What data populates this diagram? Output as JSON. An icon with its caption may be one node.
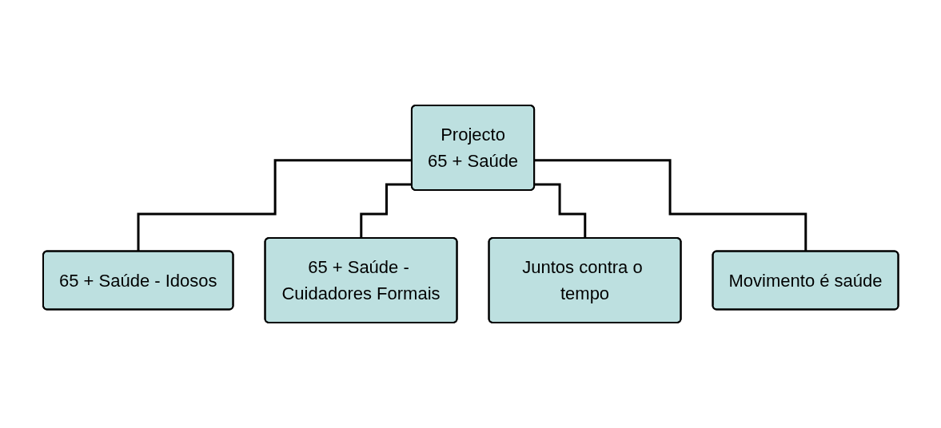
{
  "diagram": {
    "nodes": [
      {
        "text": [
          "Projecto",
          "65 + Saúde"
        ]
      },
      {
        "text": [
          "65 + Saúde - Idosos"
        ]
      },
      {
        "text": [
          "65 + Saúde - Cuidadores Formais"
        ]
      },
      {
        "text": [
          "Juntos contra o tempo"
        ]
      },
      {
        "text": [
          "Movimento é saúde"
        ]
      }
    ],
    "edges": [
      {
        "from": 0,
        "to": 1,
        "arrow": "none"
      },
      {
        "from": 0,
        "to": 2,
        "arrow": "none"
      },
      {
        "from": 0,
        "to": 3,
        "arrow": "none"
      },
      {
        "from": 0,
        "to": 4,
        "arrow": "none"
      }
    ]
  }
}
